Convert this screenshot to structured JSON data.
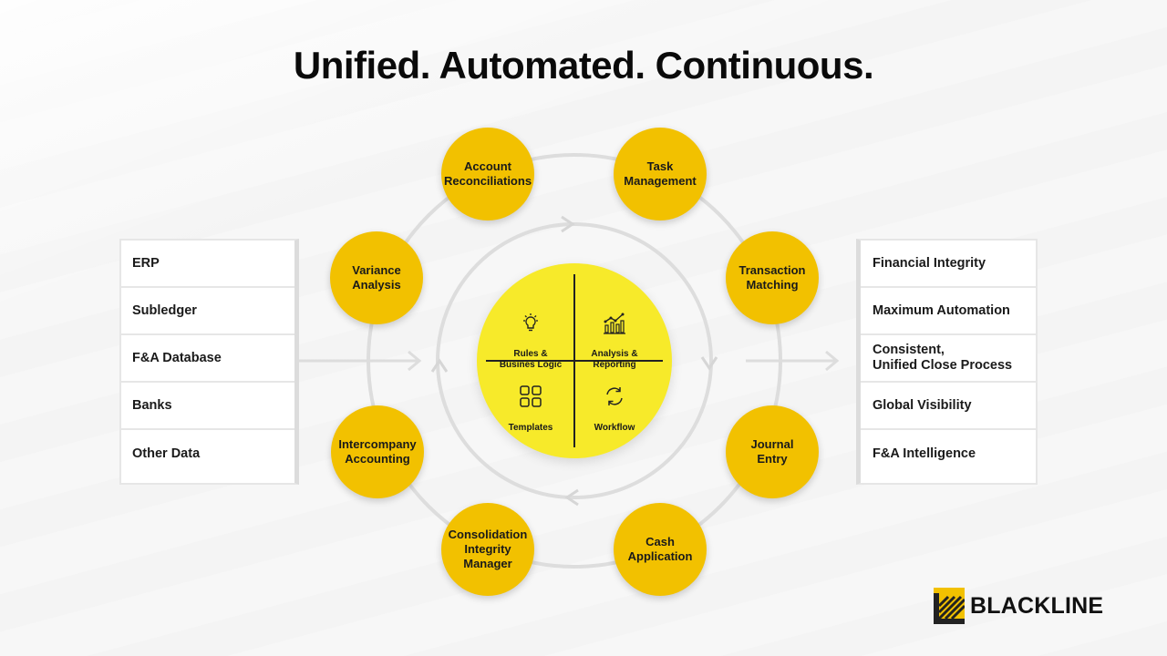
{
  "title": "Unified. Automated. Continuous.",
  "inputs": [
    "ERP",
    "Subledger",
    "F&A Database",
    "Banks",
    "Other Data"
  ],
  "outcomes": [
    "Financial Integrity",
    "Maximum Automation",
    "Consistent,\nUnified Close Process",
    "Global Visibility",
    "F&A Intelligence"
  ],
  "nodes": {
    "account_reconciliations": "Account\nReconciliations",
    "task_management": "Task\nManagement",
    "transaction_matching": "Transaction\nMatching",
    "journal_entry": "Journal\nEntry",
    "cash_application": "Cash\nApplication",
    "consolidation": "Consolidation\nIntegrity\nManager",
    "intercompany": "Intercompany\nAccounting",
    "variance_analysis": "Variance\nAnalysis"
  },
  "core": {
    "rules": "Rules &\nBusines Logic",
    "analysis": "Analysis &\nReporting",
    "templates": "Templates",
    "workflow": "Workflow"
  },
  "brand": {
    "name": "BLACKLINE",
    "accent": "#f2c100",
    "core_color": "#f7ea2a"
  }
}
